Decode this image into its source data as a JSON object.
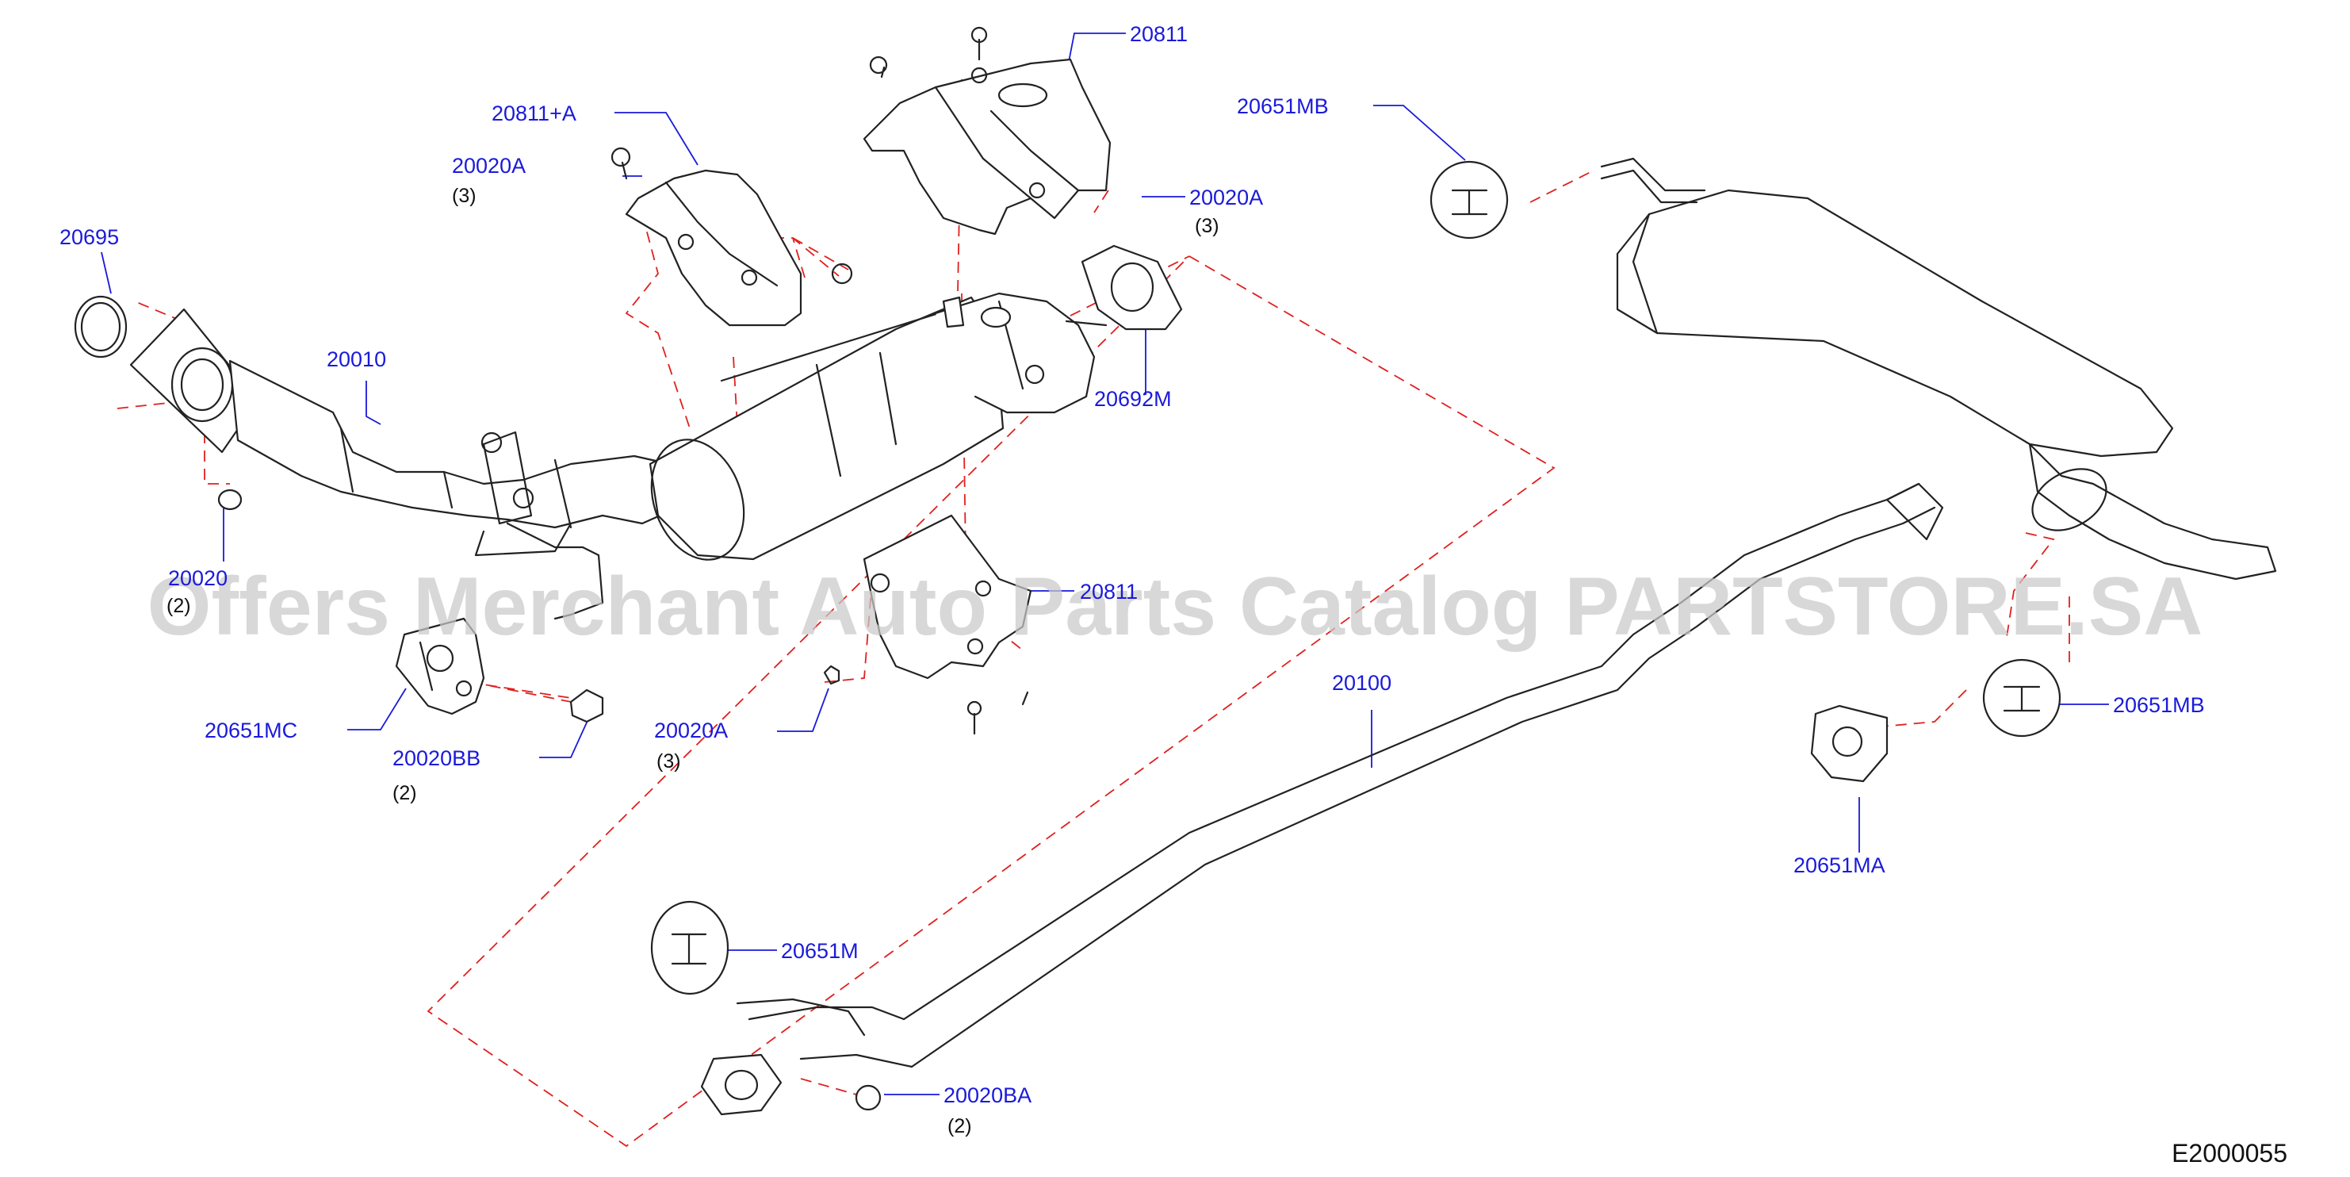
{
  "diagram": {
    "code": "E2000055",
    "watermark": "Offers Merchant Auto Parts Catalog PARTSTORE.SA",
    "colors": {
      "label": "#1a1adb",
      "reference_line": "#e0201e",
      "outline": "#222222",
      "watermark": "#c9c9c9"
    },
    "labels": [
      {
        "id": "20811",
        "text": "20811"
      },
      {
        "id": "20811A",
        "text": "20811+A"
      },
      {
        "id": "20020A-top",
        "text": "20020A",
        "qty": "(3)"
      },
      {
        "id": "20020A-right",
        "text": "20020A",
        "qty": "(3)"
      },
      {
        "id": "20651MB-top",
        "text": "20651MB"
      },
      {
        "id": "20695",
        "text": "20695"
      },
      {
        "id": "20010",
        "text": "20010"
      },
      {
        "id": "20692M",
        "text": "20692M"
      },
      {
        "id": "20020-left",
        "text": "20020",
        "qty": "(2)"
      },
      {
        "id": "2081X",
        "text": "20811"
      },
      {
        "id": "20651MC",
        "text": "20651MC"
      },
      {
        "id": "20020BB",
        "text": "20020BB",
        "qty": "(2)"
      },
      {
        "id": "20020A-bottom",
        "text": "20020A",
        "qty": "(3)"
      },
      {
        "id": "20100",
        "text": "20100"
      },
      {
        "id": "20651MB-right",
        "text": "20651MB"
      },
      {
        "id": "20651MA",
        "text": "20651MA"
      },
      {
        "id": "20651M",
        "text": "20651M"
      },
      {
        "id": "20020BA",
        "text": "20020BA",
        "qty": "(2)"
      }
    ]
  }
}
